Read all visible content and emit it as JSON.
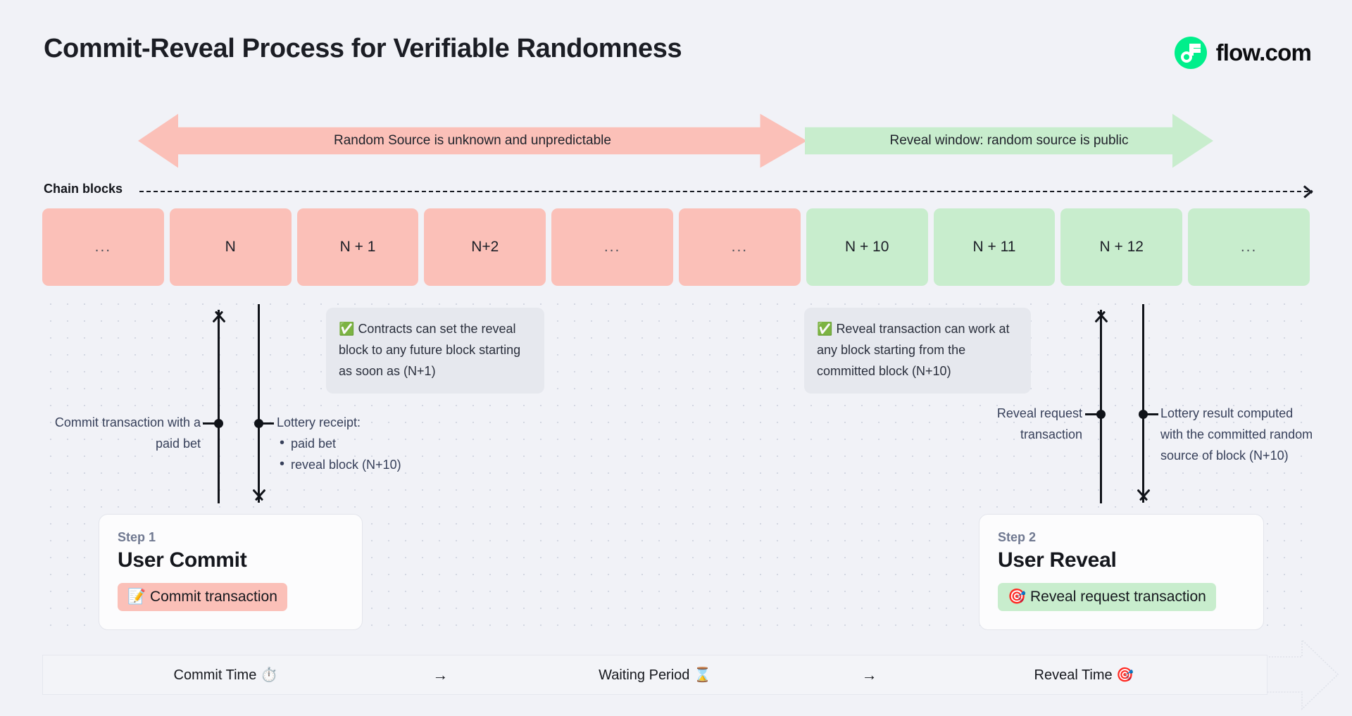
{
  "header": {
    "title": "Commit-Reveal Process for Verifiable Randomness",
    "brand_name": "flow.com",
    "brand_color": "#00ef8b"
  },
  "banners": [
    {
      "label": "Random Source is unknown and unpredictable",
      "color": "#fbc0b8",
      "direction": "both"
    },
    {
      "label": "Reveal window: random source is public",
      "color": "#c8edcd",
      "direction": "right"
    }
  ],
  "chain": {
    "label": "Chain blocks",
    "blocks": [
      {
        "label": "...",
        "state": "unknown"
      },
      {
        "label": "N",
        "state": "unknown"
      },
      {
        "label": "N + 1",
        "state": "unknown"
      },
      {
        "label": "N+2",
        "state": "unknown"
      },
      {
        "label": "...",
        "state": "unknown"
      },
      {
        "label": "...",
        "state": "unknown"
      },
      {
        "label": "N + 10",
        "state": "revealed"
      },
      {
        "label": "N + 11",
        "state": "revealed"
      },
      {
        "label": "N + 12",
        "state": "revealed"
      },
      {
        "label": "...",
        "state": "revealed"
      }
    ]
  },
  "callouts": {
    "left": {
      "emoji": "✅",
      "text": "Contracts can set the reveal block to any future block starting as soon as (N+1)"
    },
    "right": {
      "emoji": "✅",
      "text": "Reveal transaction can work at any block starting from the committed block (N+10)"
    }
  },
  "annotations": {
    "commit_tx": "Commit transaction with a paid bet",
    "receipt_title": "Lottery receipt:",
    "receipt_items": [
      "paid bet",
      "reveal block (N+10)"
    ],
    "reveal_request": "Reveal request transaction",
    "lottery_result": "Lottery result computed with the committed random source of block (N+10)"
  },
  "steps": [
    {
      "step_label": "Step 1",
      "heading": "User Commit",
      "chip_emoji": "📝",
      "chip_label": "Commit transaction",
      "chip_color": "#fbc0b8"
    },
    {
      "step_label": "Step 2",
      "heading": "User Reveal",
      "chip_emoji": "🎯",
      "chip_label": "Reveal request transaction",
      "chip_color": "#c8edcd"
    }
  ],
  "timeline": {
    "segments": [
      {
        "label": "Commit Time ⏱️"
      },
      {
        "label": "Waiting Period ⌛"
      },
      {
        "label": "Reveal Time 🎯"
      }
    ],
    "separator": "→"
  }
}
